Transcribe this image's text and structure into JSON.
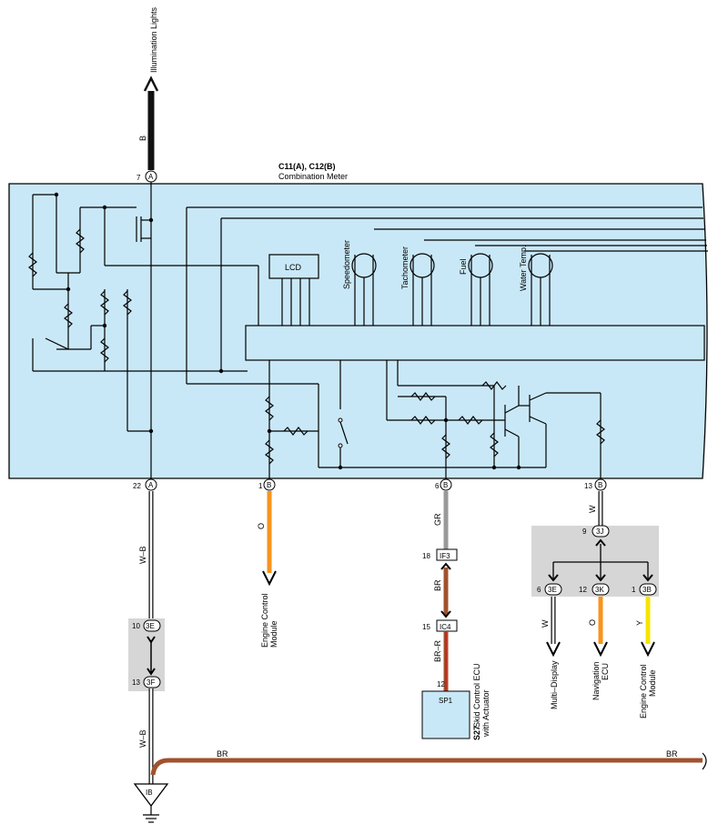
{
  "top": {
    "label": "Illumination Lights",
    "wire_color": "B"
  },
  "meter": {
    "title": "C11(A), C12(B)",
    "subtitle": "Combination Meter",
    "lcd": "LCD"
  },
  "gauges": [
    "Speedometer",
    "Tachometer",
    "Fuel",
    "Water Temp."
  ],
  "pins": {
    "top_num": "7",
    "top_id": "A",
    "p22": "22",
    "p22_id": "A",
    "p1": "1",
    "p1_id": "B",
    "p6": "6",
    "p6_id": "B",
    "p13": "13",
    "p13_id": "B"
  },
  "wires": {
    "wb1": "W–B",
    "wb2": "W–B",
    "o": "O",
    "gr": "GR",
    "br": "BR",
    "brr": "BR–R",
    "w13": "W",
    "w_md": "W",
    "o_nav": "O",
    "y_ecm": "Y",
    "ground_br_left": "BR",
    "ground_br_right": "BR"
  },
  "connectors": {
    "c3e_num": "10",
    "c3e": "3E",
    "c3f_num": "13",
    "c3f": "3F",
    "if3_num": "18",
    "if3": "IF3",
    "ic4_num": "15",
    "ic4": "IC4",
    "sp1_num": "12",
    "sp1": "SP1",
    "j_num": "9",
    "j": "3J",
    "e_num": "6",
    "e": "3E",
    "k_num": "12",
    "k": "3K",
    "b_num": "1",
    "b": "3B",
    "ground": "IB"
  },
  "destinations": {
    "ecm1_line1": "Engine Control",
    "ecm1_line2": "Module",
    "skid_code": "S27",
    "skid_line1": "Skid Control ECU",
    "skid_line2": "with Actuator",
    "md": "Multi–Display",
    "nav_line1": "Navigation",
    "nav_line2": "ECU",
    "ecm2_line1": "Engine Control",
    "ecm2_line2": "Module"
  },
  "colors": {
    "panel": "#c9e8f7",
    "shade": "#d6d6d6",
    "orange": "#f7941d",
    "gray": "#999999",
    "brown": "#a0522d",
    "yellow": "#f5e400",
    "black": "#111111",
    "red": "#d21f1f"
  }
}
